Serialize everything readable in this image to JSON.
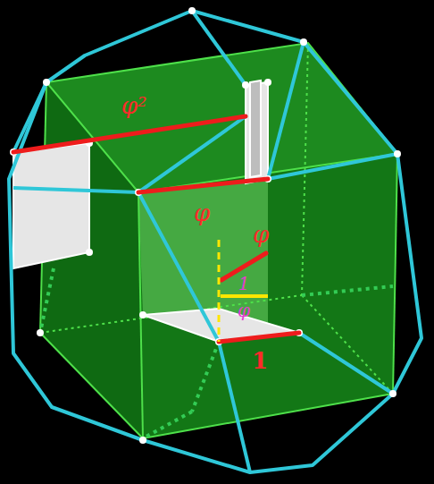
{
  "diagram": {
    "labels": [
      "φ²",
      "φ",
      "φ",
      "1",
      "φ",
      "1"
    ]
  }
}
